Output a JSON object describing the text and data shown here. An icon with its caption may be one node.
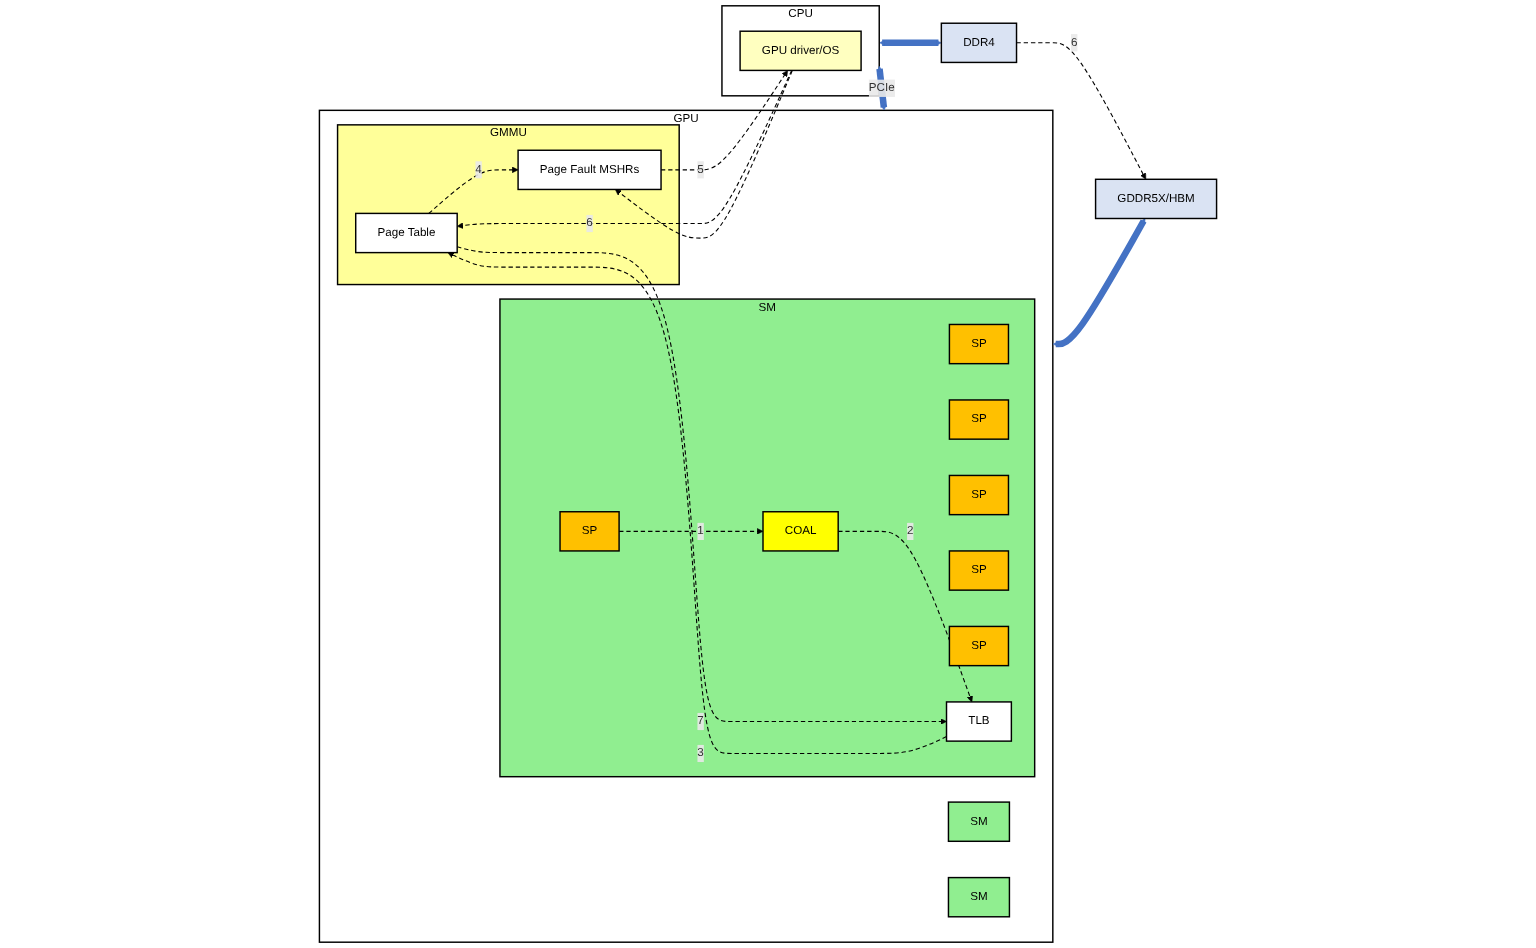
{
  "diagram": {
    "nodes": [
      {
        "text": [
          "GPU"
        ]
      },
      {
        "text": [
          "GMMU"
        ],
        "in": 0
      },
      {
        "text": [
          "Page Table"
        ],
        "in": 1
      },
      {
        "text": [
          "Page Fault MSHRs"
        ],
        "in": 1
      },
      {
        "text": [
          "SM"
        ],
        "in": 0
      },
      {
        "text": [
          "SM"
        ],
        "in": 0
      },
      {
        "text": [
          "SM"
        ],
        "in": 0
      },
      {
        "text": [
          "SP"
        ],
        "in": 6
      },
      {
        "text": [
          "SP"
        ],
        "in": 6
      },
      {
        "text": [
          "SP"
        ],
        "in": 6
      },
      {
        "text": [
          "SP"
        ],
        "in": 6
      },
      {
        "text": [
          "SP"
        ],
        "in": 6
      },
      {
        "text": [
          "SP"
        ],
        "in": 6
      },
      {
        "text": [
          "TLB"
        ],
        "in": 6
      },
      {
        "text": [
          "COAL"
        ],
        "in": 6
      },
      {
        "text": [
          "CPU"
        ]
      },
      {
        "text": [
          "GPU driver/OS"
        ],
        "in": 15
      },
      {
        "text": [
          "DDR4"
        ]
      },
      {
        "text": [
          "GDDR5X/HBM"
        ]
      }
    ],
    "edges": [
      {
        "from": 9,
        "to": 14,
        "arrow": "to",
        "label": "1",
        "style": "dashed"
      },
      {
        "from": 14,
        "to": 13,
        "arrow": "to",
        "label": "2",
        "style": "dashed"
      },
      {
        "from": 13,
        "to": 2,
        "arrow": "to",
        "label": "3",
        "style": "dashed"
      },
      {
        "from": 2,
        "to": 3,
        "arrow": "to",
        "label": "4",
        "style": "dashed"
      },
      {
        "from": 3,
        "to": 16,
        "arrow": "to",
        "label": "5",
        "style": "dashed"
      },
      {
        "from": 16,
        "to": 2,
        "arrow": "to",
        "label": "6",
        "style": "dashed"
      },
      {
        "from": 16,
        "to": 3,
        "arrow": "to",
        "style": "dashed"
      },
      {
        "from": 17,
        "to": 18,
        "arrow": "to",
        "label": "6",
        "style": "dashed"
      },
      {
        "from": 2,
        "to": 13,
        "arrow": "to",
        "label": "7",
        "style": "dashed"
      },
      {
        "from": 15,
        "to": 0,
        "arrow": "both",
        "label": "PCIe",
        "style": "thick",
        "color": "#4472c4"
      },
      {
        "from": 15,
        "to": 17,
        "arrow": "both",
        "style": "thick",
        "color": "#4472c4"
      },
      {
        "from": 0,
        "to": 18,
        "arrow": "both",
        "style": "thick",
        "color": "#4472c4"
      }
    ]
  }
}
